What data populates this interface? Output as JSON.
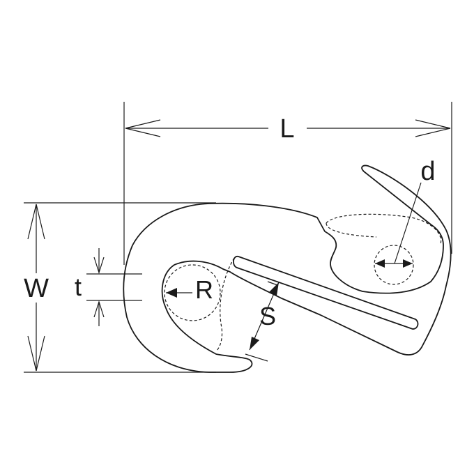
{
  "diagram": {
    "labels": {
      "length": "L",
      "width": "W",
      "thickness": "t",
      "radius": "R",
      "opening": "S",
      "diameter": "d"
    }
  }
}
